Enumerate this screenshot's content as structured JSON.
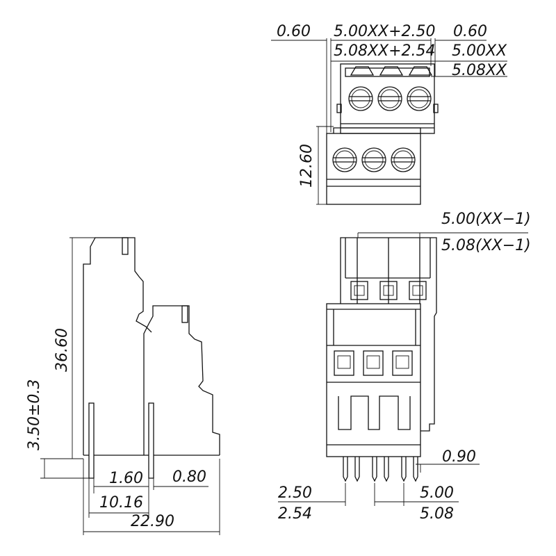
{
  "dimensions": {
    "top_gap_left": "0.60",
    "top_pitch_a": "5.00XX+2.50",
    "top_pitch_b": "5.08XX+2.54",
    "top_gap_right": "0.60",
    "top_width_a": "5.00XX",
    "top_width_b": "5.08XX",
    "top_height": "12.60",
    "front_pitch_a": "5.00(XX−1)",
    "front_pitch_b": "5.08(XX−1)",
    "pin_width": "0.90",
    "pin_offset_a": "2.50",
    "pin_offset_b": "2.54",
    "pin_pitch_a": "5.00",
    "pin_pitch_b": "5.08",
    "side_height": "36.60",
    "side_pin_length": "3.50±0.3",
    "side_pin_gap": "1.60",
    "side_pin_thickness": "0.80",
    "side_row_spacing": "10.16",
    "side_depth": "22.90"
  }
}
